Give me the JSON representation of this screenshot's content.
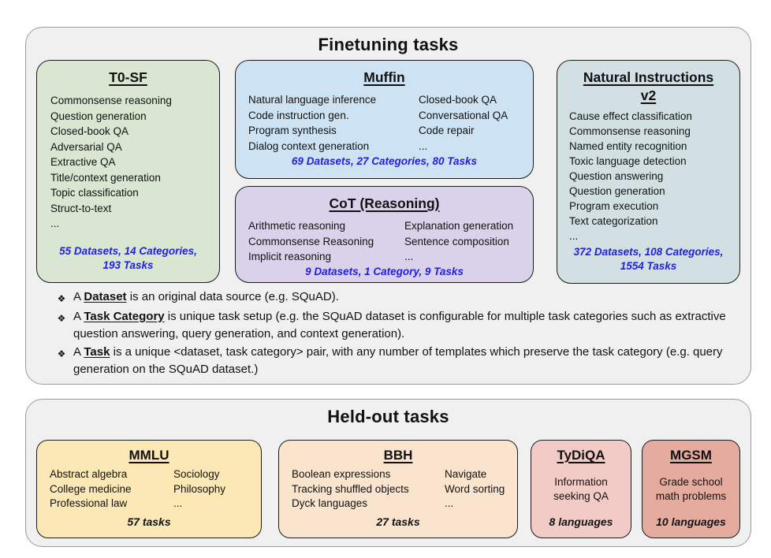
{
  "colors": {
    "section_bg": "#f0f0f1",
    "section_border": "#9a9a9a",
    "card_border": "#1b1b1b",
    "stats_blue": "#2121dd",
    "t0sf_bg": "#d9e7d2",
    "muffin_bg": "#cde2f3",
    "cot_bg": "#d9d2ea",
    "niv2_bg": "#d2e0e4",
    "mmlu_bg": "#fce8b4",
    "bbh_bg": "#fbe4cd",
    "tydiqa_bg": "#f3cbc6",
    "mgsm_bg": "#e5ab9e"
  },
  "finetuning": {
    "title": "Finetuning tasks",
    "boxes": {
      "t0sf": {
        "title": "T0-SF",
        "items": [
          "Commonsense reasoning",
          "Question generation",
          "Closed-book QA",
          "Adversarial QA",
          "Extractive QA",
          "Title/context generation",
          "Topic classification",
          "Struct-to-text",
          "..."
        ],
        "stats": "55 Datasets, 14 Categories, 193 Tasks"
      },
      "muffin": {
        "title": "Muffin",
        "col1": [
          "Natural language inference",
          "Code instruction gen.",
          "Program synthesis",
          "Dialog context generation"
        ],
        "col2": [
          "Closed-book QA",
          "Conversational QA",
          "Code repair",
          "..."
        ],
        "stats": "69 Datasets, 27 Categories, 80 Tasks"
      },
      "cot": {
        "title": "CoT (Reasoning)",
        "col1": [
          "Arithmetic reasoning",
          "Commonsense Reasoning",
          "Implicit reasoning"
        ],
        "col2": [
          "Explanation generation",
          "Sentence composition",
          "..."
        ],
        "stats": "9 Datasets, 1 Category, 9 Tasks"
      },
      "niv2": {
        "title": "Natural Instructions v2",
        "items": [
          "Cause effect classification",
          "Commonsense reasoning",
          "Named entity recognition",
          "Toxic language detection",
          "Question answering",
          "Question generation",
          "Program execution",
          "Text categorization",
          "..."
        ],
        "stats": "372 Datasets, 108 Categories, 1554 Tasks"
      }
    },
    "notes": [
      {
        "bullet": "❖",
        "pre": "A ",
        "term": "Dataset",
        "rest": " is an original data source (e.g. SQuAD)."
      },
      {
        "bullet": "❖",
        "pre": "A ",
        "term": "Task Category",
        "rest": " is unique task setup (e.g. the SQuAD dataset is configurable for multiple task categories such as extractive question answering, query generation, and context generation)."
      },
      {
        "bullet": "❖",
        "pre": "A ",
        "term": "Task",
        "rest": " is a unique <dataset, task category> pair, with any number of templates which preserve the task category (e.g. query generation on the SQuAD dataset.)"
      }
    ]
  },
  "heldout": {
    "title": "Held-out tasks",
    "boxes": {
      "mmlu": {
        "title": "MMLU",
        "col1": [
          "Abstract algebra",
          "College medicine",
          "Professional law"
        ],
        "col2": [
          "Sociology",
          "Philosophy",
          "..."
        ],
        "stats": "57 tasks"
      },
      "bbh": {
        "title": "BBH",
        "col1": [
          "Boolean expressions",
          "Tracking shuffled objects",
          "Dyck languages"
        ],
        "col2": [
          "Navigate",
          "Word sorting",
          "..."
        ],
        "stats": "27 tasks"
      },
      "tydiqa": {
        "title": "TyDiQA",
        "desc": "Information seeking QA",
        "stats": "8 languages"
      },
      "mgsm": {
        "title": "MGSM",
        "desc": "Grade school math problems",
        "stats": "10 languages"
      }
    }
  }
}
